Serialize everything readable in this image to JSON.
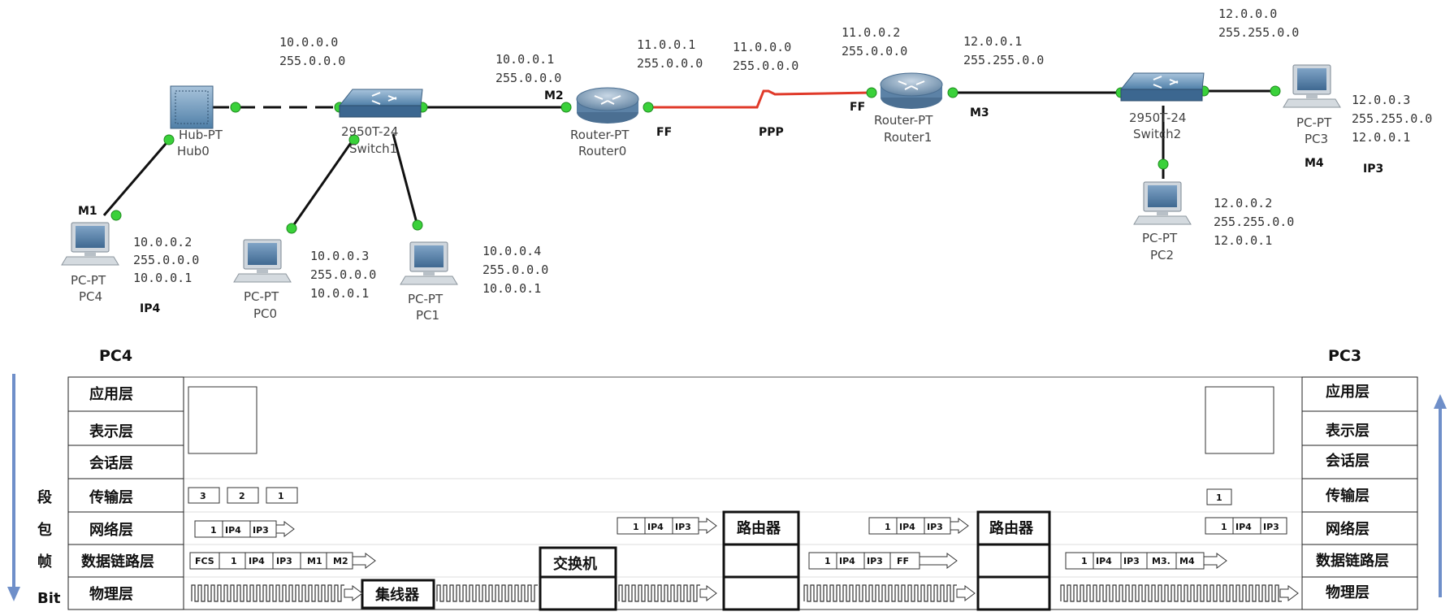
{
  "topology": {
    "hub": {
      "type": "Hub-PT",
      "name": "Hub0"
    },
    "switch1": {
      "type": "2950T-24",
      "name": "Switch1"
    },
    "switch2": {
      "type": "2950T-24",
      "name": "Switch2"
    },
    "router0": {
      "type": "Router-PT",
      "name": "Router0"
    },
    "router1": {
      "type": "Router-PT",
      "name": "Router1"
    },
    "pc4": {
      "type": "PC-PT",
      "name": "PC4",
      "ip": "10.0.0.2",
      "mask": "255.0.0.0",
      "gw": "10.0.0.1",
      "mac_label": "M1",
      "ip_label": "IP4"
    },
    "pc0": {
      "type": "PC-PT",
      "name": "PC0",
      "ip": "10.0.0.3",
      "mask": "255.0.0.0",
      "gw": "10.0.0.1"
    },
    "pc1": {
      "type": "PC-PT",
      "name": "PC1",
      "ip": "10.0.0.4",
      "mask": "255.0.0.0",
      "gw": "10.0.0.1"
    },
    "pc2": {
      "type": "PC-PT",
      "name": "PC2",
      "ip": "12.0.0.2",
      "mask": "255.255.0.0",
      "gw": "12.0.0.1"
    },
    "pc3": {
      "type": "PC-PT",
      "name": "PC3",
      "ip": "12.0.0.3",
      "mask": "255.255.0.0",
      "gw": "12.0.0.1",
      "mac_label": "M4",
      "ip_label": "IP3"
    },
    "net10": {
      "addr": "10.0.0.0",
      "mask": "255.0.0.0"
    },
    "r0_lan": {
      "addr": "10.0.0.1",
      "mask": "255.0.0.0",
      "port_label": "M2"
    },
    "r0_wan": {
      "addr": "11.0.0.1",
      "mask": "255.0.0.0",
      "port_label": "FF"
    },
    "net11": {
      "addr": "11.0.0.0",
      "mask": "255.0.0.0",
      "link_label": "PPP"
    },
    "r1_wan": {
      "addr": "11.0.0.2",
      "mask": "255.0.0.0",
      "port_label": "FF"
    },
    "r1_lan": {
      "addr": "12.0.0.1",
      "mask": "255.255.0.0",
      "port_label": "M3"
    },
    "net12": {
      "addr": "12.0.0.0",
      "mask": "255.255.0.0"
    }
  },
  "stack": {
    "left_host": "PC4",
    "right_host": "PC3",
    "layers": [
      "应用层",
      "表示层",
      "会话层",
      "传输层",
      "网络层",
      "数据链路层",
      "物理层"
    ],
    "pdu_labels": [
      "段",
      "包",
      "帧",
      "Bit"
    ],
    "devices": {
      "hub": "集线器",
      "switch": "交换机",
      "router": "路由器"
    },
    "segments_left": [
      "3",
      "2",
      "1"
    ],
    "segment_right": "1",
    "packet": [
      "1",
      "IP4",
      "IP3"
    ],
    "frame_left": [
      "FCS",
      "1",
      "IP4",
      "IP3",
      "M1",
      "M2"
    ],
    "frame_mid": [
      "1",
      "IP4",
      "IP3",
      "FF"
    ],
    "frame_right": [
      "1",
      "IP4",
      "IP3",
      "M3.",
      "M4"
    ],
    "colors": {
      "arrow": "#6f8fc9",
      "serial": "#e03a2a"
    }
  }
}
